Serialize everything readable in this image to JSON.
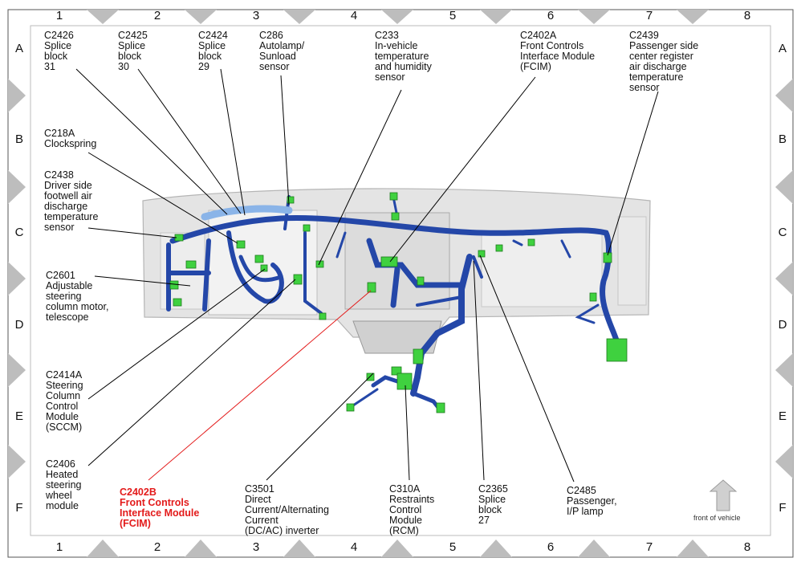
{
  "columns": [
    "1",
    "2",
    "3",
    "4",
    "5",
    "6",
    "7",
    "8"
  ],
  "rows": [
    "A",
    "B",
    "C",
    "D",
    "E",
    "F"
  ],
  "labels": {
    "c2426": "C2426\nSplice\nblock\n31",
    "c2425": "C2425\nSplice\nblock\n30",
    "c2424": "C2424\nSplice\nblock\n29",
    "c286": "C286\nAutolamp/\nSunload\nsensor",
    "c233": "C233\nIn-vehicle\ntemperature\nand humidity\nsensor",
    "c2402a": "C2402A\nFront Controls\nInterface Module\n(FCIM)",
    "c2439": "C2439\nPassenger side\ncenter register\nair discharge\ntemperature\nsensor",
    "c218a": "C218A\nClockspring",
    "c2438": "C2438\nDriver side\nfootwell air\ndischarge\ntemperature\nsensor",
    "c2601": "C2601\nAdjustable\nsteering\ncolumn motor,\ntelescope",
    "c2414a": "C2414A\nSteering\nColumn\nControl\nModule\n(SCCM)",
    "c2406": "C2406\nHeated\nsteering\nwheel\nmodule",
    "c2402b": "C2402B\nFront Controls\nInterface Module\n(FCIM)",
    "c3501": "C3501\nDirect\nCurrent/Alternating\nCurrent\n(DC/AC) inverter",
    "c310a": "C310A\nRestraints\nControl\nModule\n(RCM)",
    "c2365": "C2365\nSplice\nblock\n27",
    "c2485": "C2485\nPassenger,\nI/P lamp"
  },
  "front_of_vehicle": "front of vehicle",
  "colors": {
    "harness": "#2447a8",
    "connector": "#3fd13f",
    "highlight": "#e31b1b",
    "dash": "#d9d9d9"
  }
}
